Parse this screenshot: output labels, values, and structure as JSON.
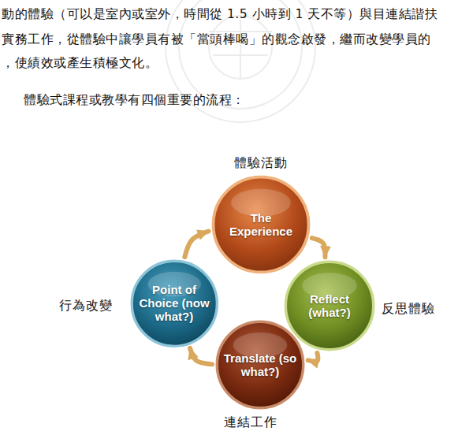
{
  "diagram": {
    "nodes": [
      {
        "text": [
          "體驗活動",
          "The Experience"
        ]
      },
      {
        "text": [
          "反思體驗",
          "Reflect (what?)"
        ]
      },
      {
        "text": [
          "連結工作",
          "Translate (so what?)"
        ]
      },
      {
        "text": [
          "行為改變",
          "Point of Choice (now what?)"
        ]
      }
    ],
    "edges": [
      {
        "from": 0,
        "to": 1,
        "arrow": "to"
      },
      {
        "from": 1,
        "to": 2,
        "arrow": "to"
      },
      {
        "from": 2,
        "to": 3,
        "arrow": "to"
      },
      {
        "from": 3,
        "to": 0,
        "arrow": "to"
      }
    ],
    "labels": [
      "動的體驗（可以是室內或室外，時間從 1.5 小時到 1 天不等）與目連結諧扶",
      "實務工作，從體驗中讓學員有被「當頭棒喝」的觀念啟發，繼而改變學員的",
      "，使績效或產生積極文化。",
      "體驗式課程或教學有四個重要的流程："
    ]
  }
}
